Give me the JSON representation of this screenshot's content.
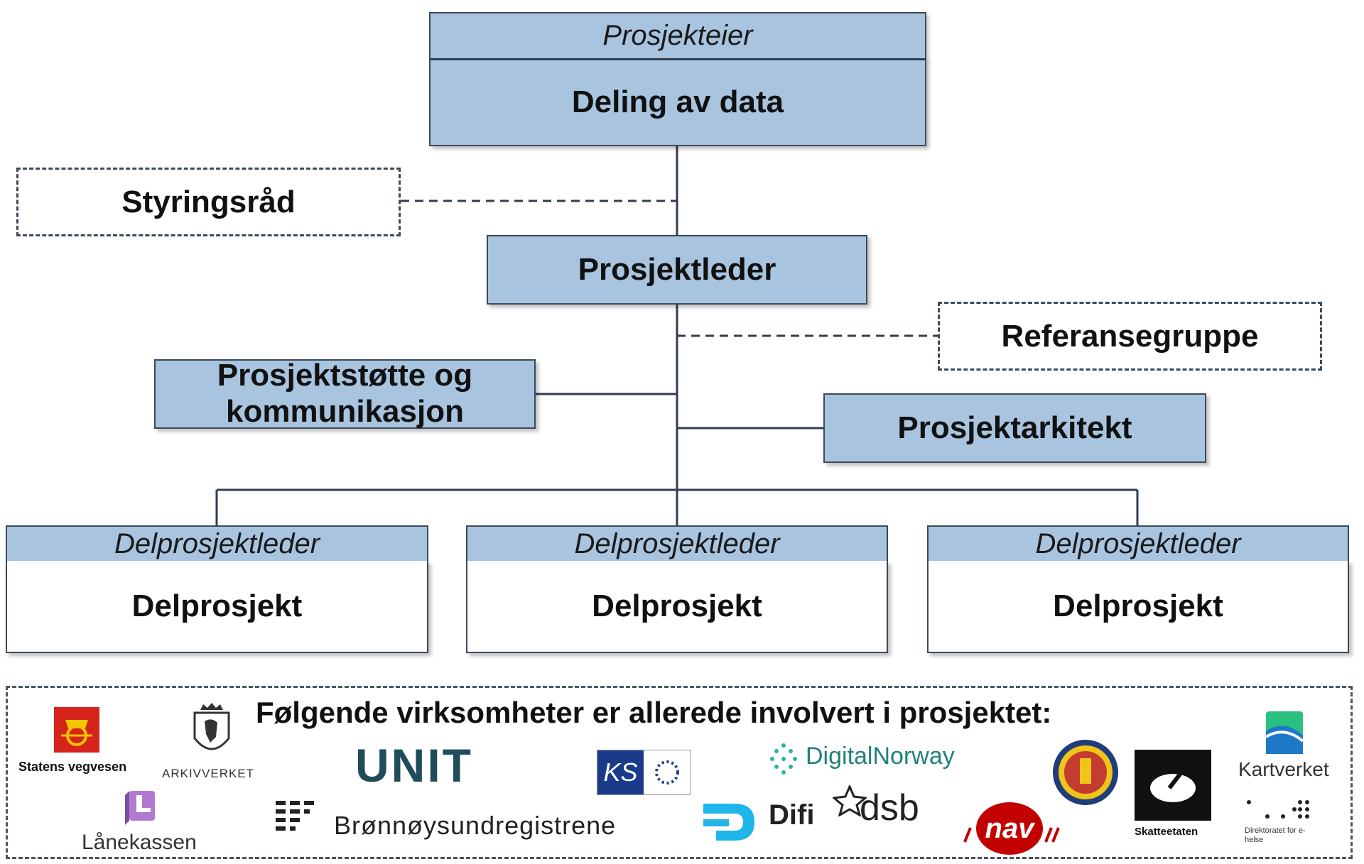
{
  "owner": {
    "header": "Prosjekteier",
    "title": "Deling av data"
  },
  "steering": "Styringsråd",
  "leader": "Prosjektleder",
  "reference": "Referansegruppe",
  "support": "Prosjektstøtte og kommunikasjon",
  "architect": "Prosjektarkitekt",
  "subprojects": [
    {
      "header": "Delprosjektleder",
      "title": "Delprosjekt"
    },
    {
      "header": "Delprosjektleder",
      "title": "Delprosjekt"
    },
    {
      "header": "Delprosjektleder",
      "title": "Delprosjekt"
    }
  ],
  "footer": {
    "title": "Følgende virksomheter er allerede involvert i prosjektet:",
    "logos": {
      "vegvesen": "Statens vegvesen",
      "arkivverket": "ARKIVVERKET",
      "unit": "UNIT",
      "ks": "KS",
      "digitalnorway": "DigitalNorway",
      "kartverket": "Kartverket",
      "lanekassen": "Lånekassen",
      "bronnoysund": "Brønnøysundregistrene",
      "difi": "Difi",
      "dsb": "dsb",
      "nav": "nav",
      "skatteetaten": "Skatteetaten",
      "ehelse": "Direktoratet for e-helse"
    }
  },
  "colors": {
    "box_fill": "#a9c4df",
    "line": "#2f3e50"
  }
}
